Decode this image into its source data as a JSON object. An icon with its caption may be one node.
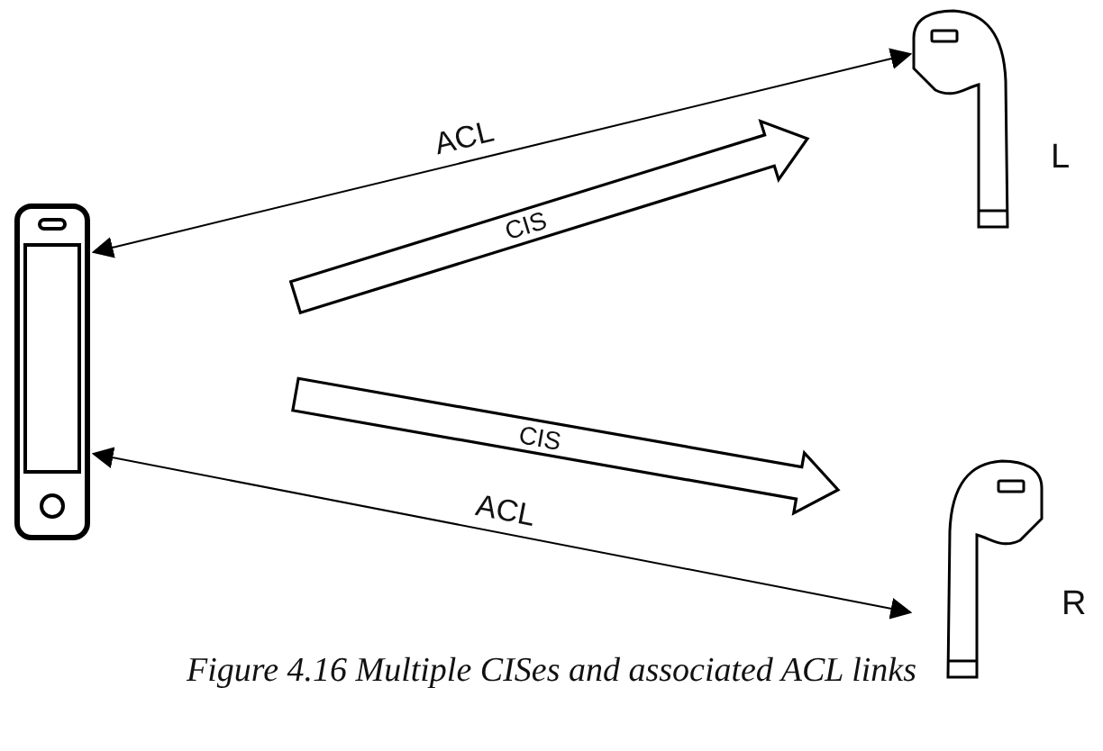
{
  "diagram": {
    "caption": "Figure 4.16  Multiple CISes and associated ACL links",
    "nodes": [
      {
        "text": [],
        "shape": "phone"
      },
      {
        "text": [],
        "shape": "picture",
        "beside": [
          "L"
        ]
      },
      {
        "text": [],
        "shape": "picture",
        "beside": [
          "R"
        ]
      }
    ],
    "edges": [
      {
        "from": 0,
        "to": 1,
        "arrow": "both",
        "label": "ACL"
      },
      {
        "from": 0,
        "to": 1,
        "arrow": "to",
        "label": "CIS",
        "style": "thick"
      },
      {
        "from": 0,
        "to": 2,
        "arrow": "to",
        "label": "CIS",
        "style": "thick"
      },
      {
        "from": 0,
        "to": 2,
        "arrow": "both",
        "label": "ACL"
      }
    ]
  }
}
